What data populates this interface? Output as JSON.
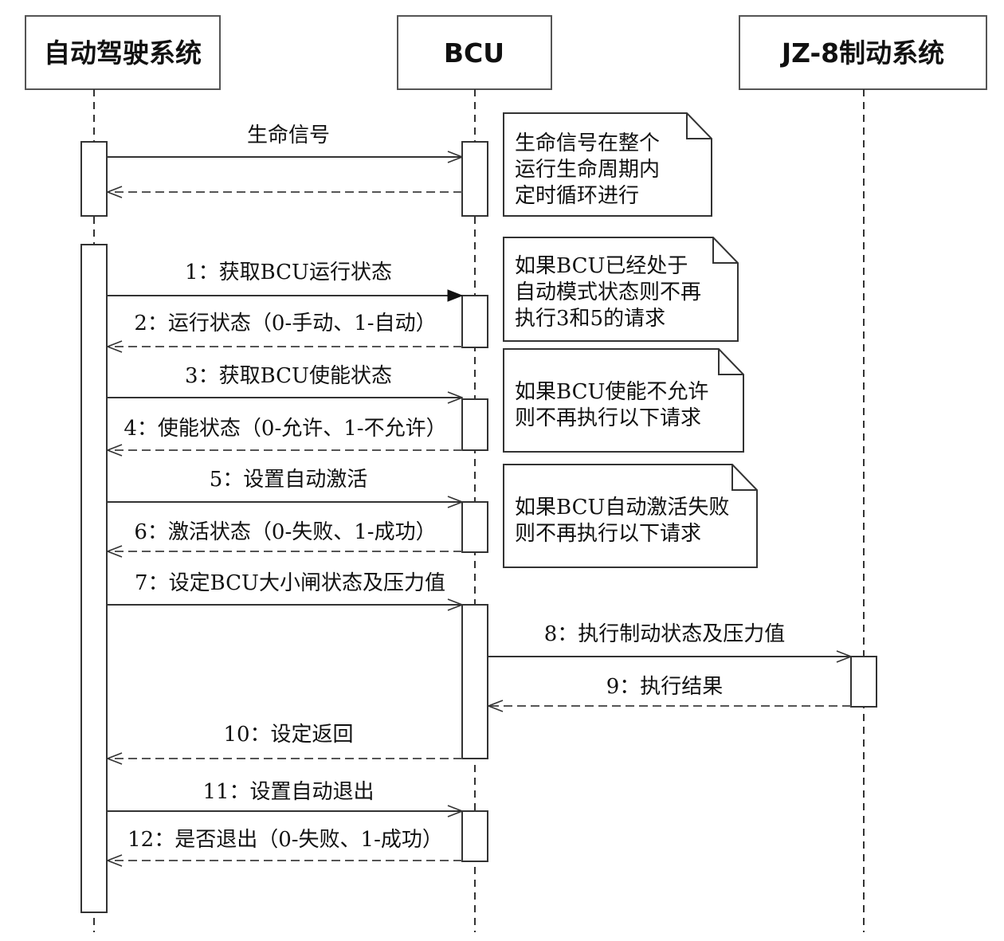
{
  "participants": {
    "auto": "自动驾驶系统",
    "bcu": "BCU",
    "jz8": "JZ-8制动系统"
  },
  "messages": {
    "m0": "生命信号",
    "m1": "1：获取BCU运行状态",
    "m2": "2：运行状态（0-手动、1-自动）",
    "m3": "3：获取BCU使能状态",
    "m4": "4：使能状态（0-允许、1-不允许）",
    "m5": "5：设置自动激活",
    "m6": "6：激活状态（0-失败、1-成功）",
    "m7": "7：设定BCU大小闸状态及压力值",
    "m8": "8：执行制动状态及压力值",
    "m9": "9：执行结果",
    "m10": "10：设定返回",
    "m11": "11：设置自动退出",
    "m12": "12：是否退出（0-失败、1-成功）"
  },
  "notes": {
    "n1": [
      "生命信号在整个",
      "运行生命周期内",
      "定时循环进行"
    ],
    "n2": [
      "如果BCU已经处于",
      "自动模式状态则不再",
      "执行3和5的请求"
    ],
    "n3": [
      "如果BCU使能不允许",
      "则不再执行以下请求"
    ],
    "n4": [
      "如果BCU自动激活失败",
      "则不再执行以下请求"
    ]
  }
}
